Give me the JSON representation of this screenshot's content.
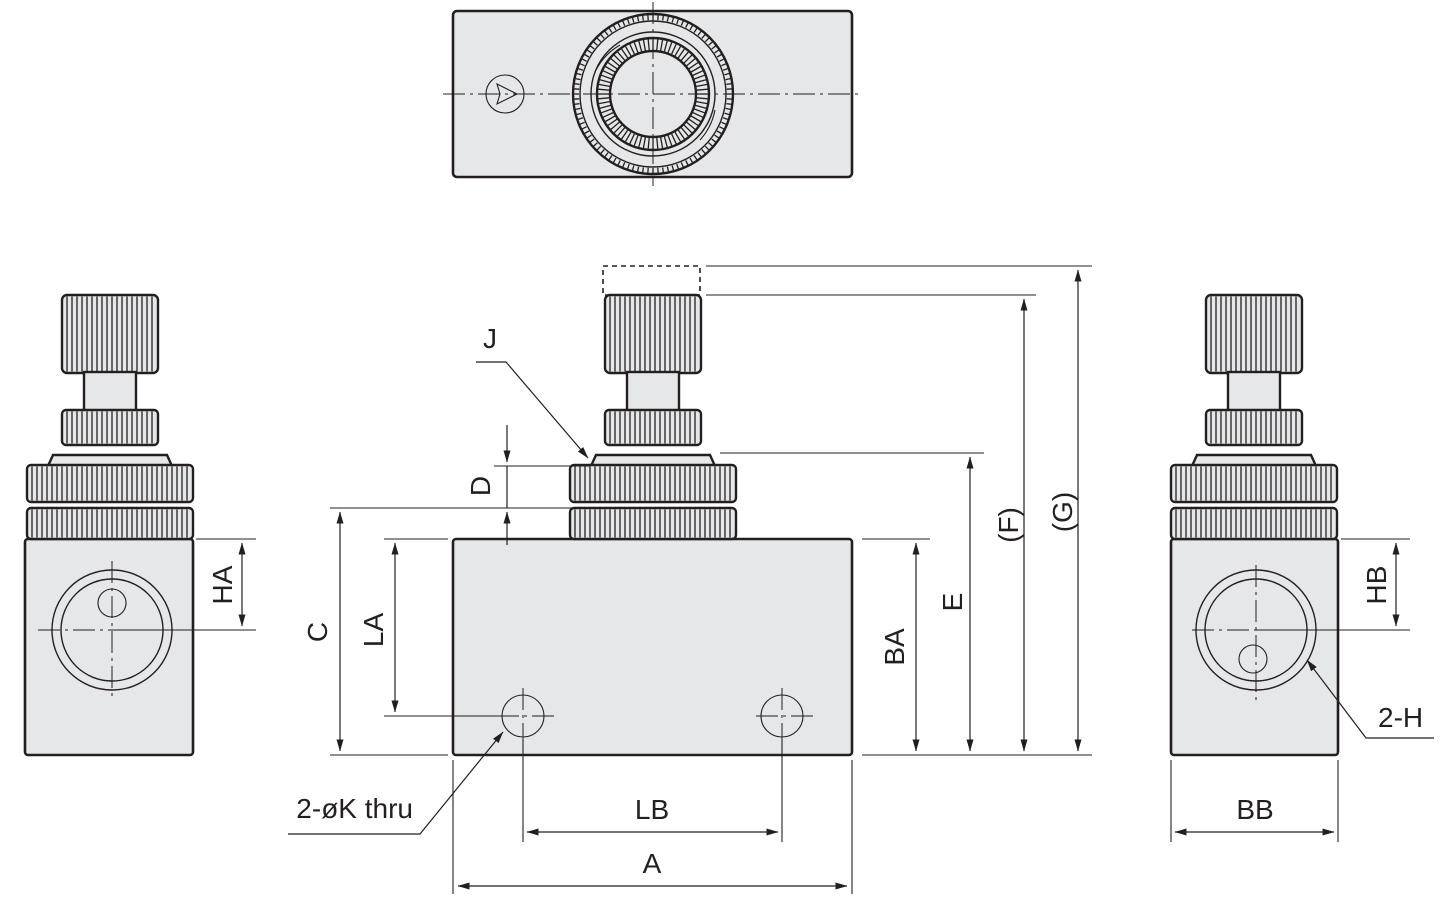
{
  "labels": {
    "A": "A",
    "LB": "LB",
    "BB": "BB",
    "C": "C",
    "LA": "LA",
    "BA": "BA",
    "E": "E",
    "F": "(F)",
    "G": "(G)",
    "D": "D",
    "HA": "HA",
    "HB": "HB",
    "J": "J",
    "K": "2-øK thru",
    "H": "2-H"
  },
  "colors": {
    "part_fill": "#e6e7e8",
    "line": "#231f20",
    "background": "#ffffff"
  }
}
